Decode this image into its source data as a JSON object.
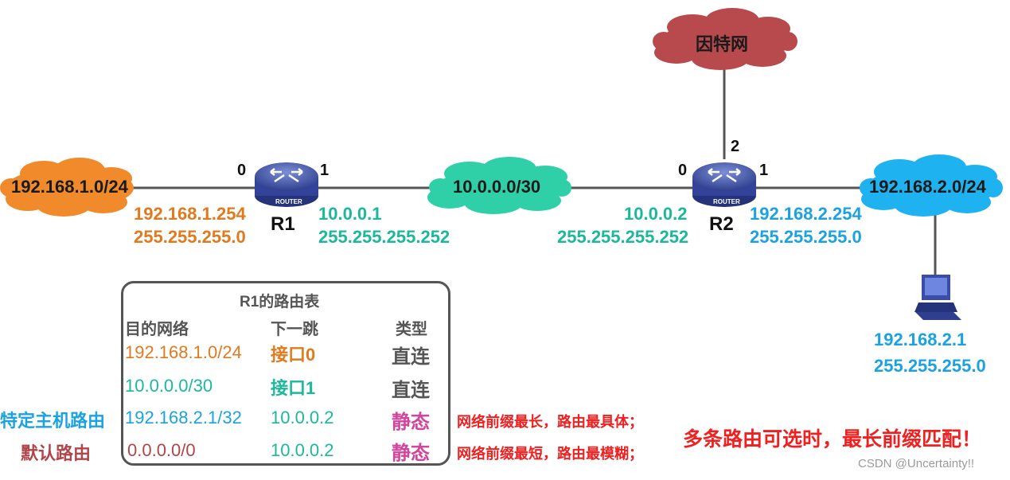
{
  "colors": {
    "orange": "#e07a1f",
    "teal": "#1bb89a",
    "blue": "#1aa3e0",
    "darkred": "#b0454a",
    "red": "#f02020",
    "pink": "#d2459c",
    "gray": "#555555"
  },
  "clouds": {
    "lan1": "192.168.1.0/24",
    "wan": "10.0.0.0/30",
    "lan2": "192.168.2.0/24",
    "internet": "因特网"
  },
  "routers": {
    "r1": {
      "name": "R1",
      "badge": "ROUTER",
      "port0": "0",
      "port1": "1"
    },
    "r2": {
      "name": "R2",
      "badge": "ROUTER",
      "port0": "0",
      "port1": "1",
      "port2": "2"
    }
  },
  "addresses": {
    "r1_if0_ip": "192.168.1.254",
    "r1_if0_mask": "255.255.255.0",
    "r1_if1_ip": "10.0.0.1",
    "r1_if1_mask": "255.255.255.252",
    "r2_if0_ip": "10.0.0.2",
    "r2_if0_mask": "255.255.255.252",
    "r2_if1_ip": "192.168.2.254",
    "r2_if1_mask": "255.255.255.0",
    "host_ip": "192.168.2.1",
    "host_mask": "255.255.255.0"
  },
  "routing_table": {
    "title": "R1的路由表",
    "headers": [
      "目的网络",
      "下一跳",
      "类型"
    ],
    "rows": [
      {
        "dest": "192.168.1.0/24",
        "next": "接口0",
        "type": "直连"
      },
      {
        "dest": "10.0.0.0/30",
        "next": "接口1",
        "type": "直连"
      },
      {
        "dest": "192.168.2.1/32",
        "next": "10.0.0.2",
        "type": "静态"
      },
      {
        "dest": "0.0.0.0/0",
        "next": "10.0.0.2",
        "type": "静态"
      }
    ]
  },
  "side_labels": {
    "host_route": "特定主机路由",
    "default_route": "默认路由"
  },
  "notes": {
    "longest": "网络前缀最长，路由最具体；",
    "shortest": "网络前缀最短，路由最模糊；",
    "rule": "多条路由可选时，最长前缀匹配！"
  },
  "watermark": "CSDN @Uncertainty!!"
}
